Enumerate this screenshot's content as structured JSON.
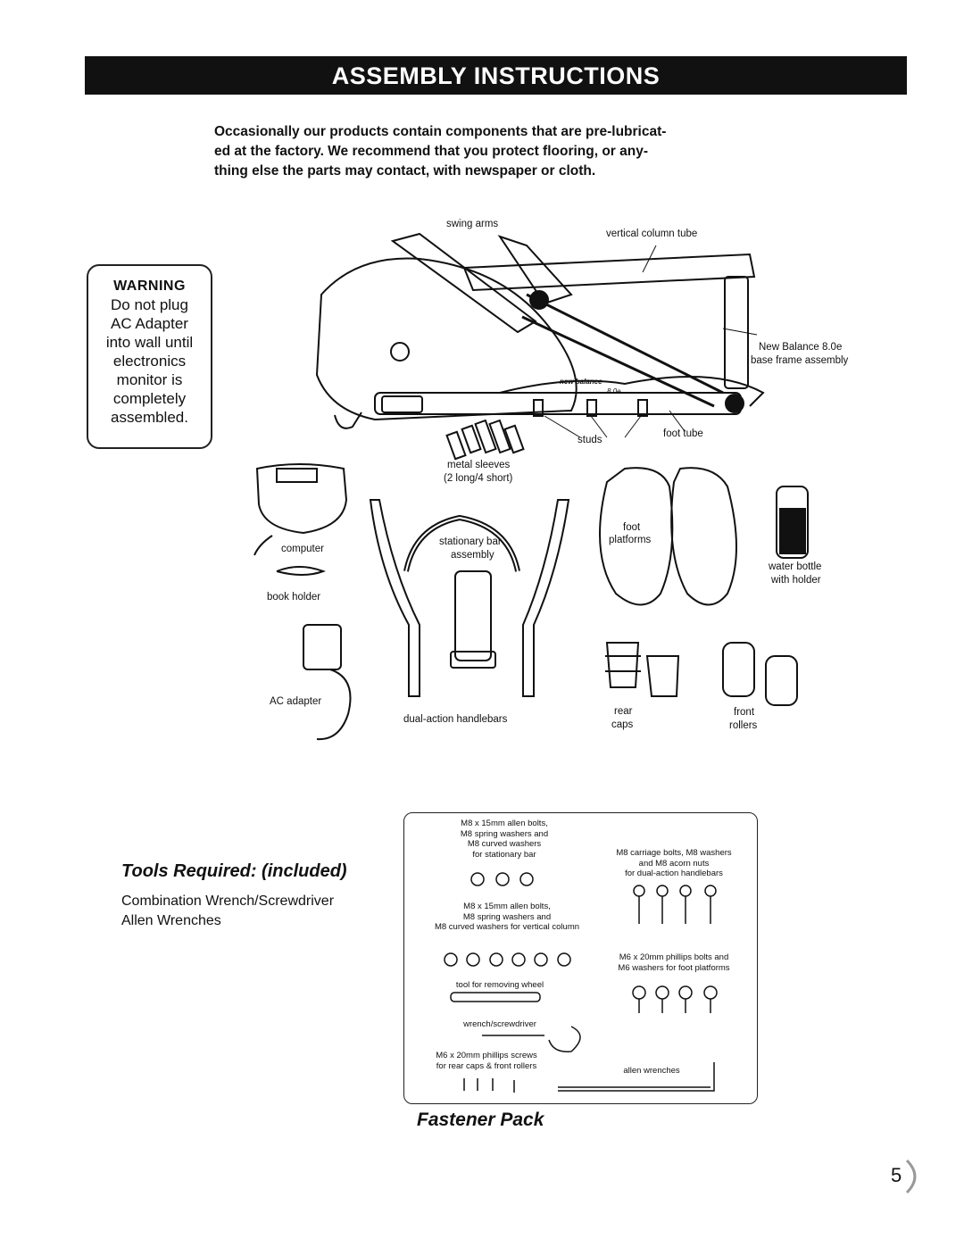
{
  "header": {
    "title": "ASSEMBLY INSTRUCTIONS"
  },
  "intro": {
    "lines": [
      "Occasionally our products contain components that are pre-lubricat-",
      "ed at the factory. We recommend that you protect flooring, or any-",
      "thing else the parts may contact, with newspaper or cloth."
    ]
  },
  "warning": {
    "heading": "WARNING",
    "lines": [
      "Do not plug",
      "AC Adapter",
      "into wall until",
      "electronics",
      "monitor is",
      "completely",
      "assembled."
    ]
  },
  "parts": {
    "swing_arms": "swing arms",
    "vertical_column_tube": "vertical column tube",
    "base_frame_1": "New Balance 8.0e",
    "base_frame_2": "base frame assembly",
    "brand": "new balance",
    "model": "8.0e",
    "studs": "studs",
    "foot_tube": "foot tube",
    "metal_sleeves_1": "metal sleeves",
    "metal_sleeves_2": "(2 long/4 short)",
    "computer": "computer",
    "book_holder": "book holder",
    "ac_adapter": "AC adapter",
    "stationary_bar_1": "stationary bar",
    "stationary_bar_2": "assembly",
    "handlebars": "dual-action handlebars",
    "foot_platforms_1": "foot",
    "foot_platforms_2": "platforms",
    "water_bottle_1": "water bottle",
    "water_bottle_2": "with holder",
    "rear_caps_1": "rear",
    "rear_caps_2": "caps",
    "front_rollers_1": "front",
    "front_rollers_2": "rollers"
  },
  "tools": {
    "heading": "Tools Required:  (included)",
    "items": [
      "Combination Wrench/Screwdriver",
      "Allen Wrenches"
    ]
  },
  "fastener_pack": {
    "title": "Fastener Pack",
    "g1": [
      "M8 x 15mm allen bolts,",
      "M8 spring washers and",
      "M8 curved washers",
      "for stationary bar"
    ],
    "g2": [
      "M8 carriage bolts, M8 washers",
      "and M8 acorn nuts",
      "for dual-action handlebars"
    ],
    "g3": [
      "M8 x 15mm allen bolts,",
      "M8 spring washers and",
      "M8 curved washers for vertical column"
    ],
    "g4": [
      "M6 x 20mm phillips bolts and",
      "M6 washers for foot platforms"
    ],
    "g5": "tool for removing wheel",
    "g6": "wrench/screwdriver",
    "g7": [
      "M6 x 20mm phillips screws",
      "for rear caps & front rollers"
    ],
    "g8": "allen wrenches"
  },
  "page_number": "5"
}
